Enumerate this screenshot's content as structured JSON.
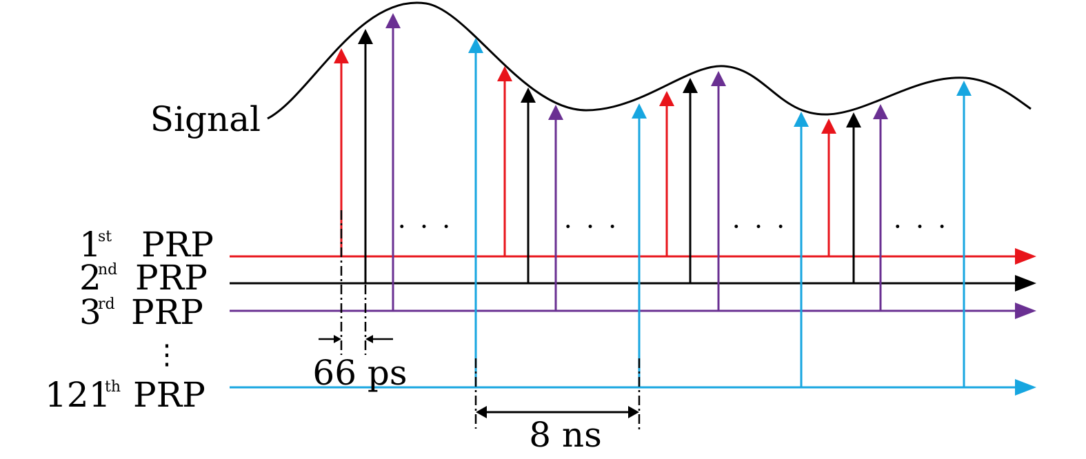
{
  "signal_label": "Signal",
  "rows": [
    {
      "key": "r1",
      "ordinal": "1",
      "suffix": "st",
      "word": "PRP",
      "color": "#e8141b"
    },
    {
      "key": "r2",
      "ordinal": "2",
      "suffix": "nd",
      "word": "PRP",
      "color": "#000000"
    },
    {
      "key": "r3",
      "ordinal": "3",
      "suffix": "rd",
      "word": "PRP",
      "color": "#6a3092"
    },
    {
      "key": "r4",
      "ordinal": "121",
      "suffix": "th",
      "word": "PRP",
      "color": "#17a6e0"
    }
  ],
  "vdots": "⋮",
  "ellipsis": "· · ·",
  "dim_small": "66 ps",
  "dim_large": "8 ns",
  "signal_color": "#000000"
}
